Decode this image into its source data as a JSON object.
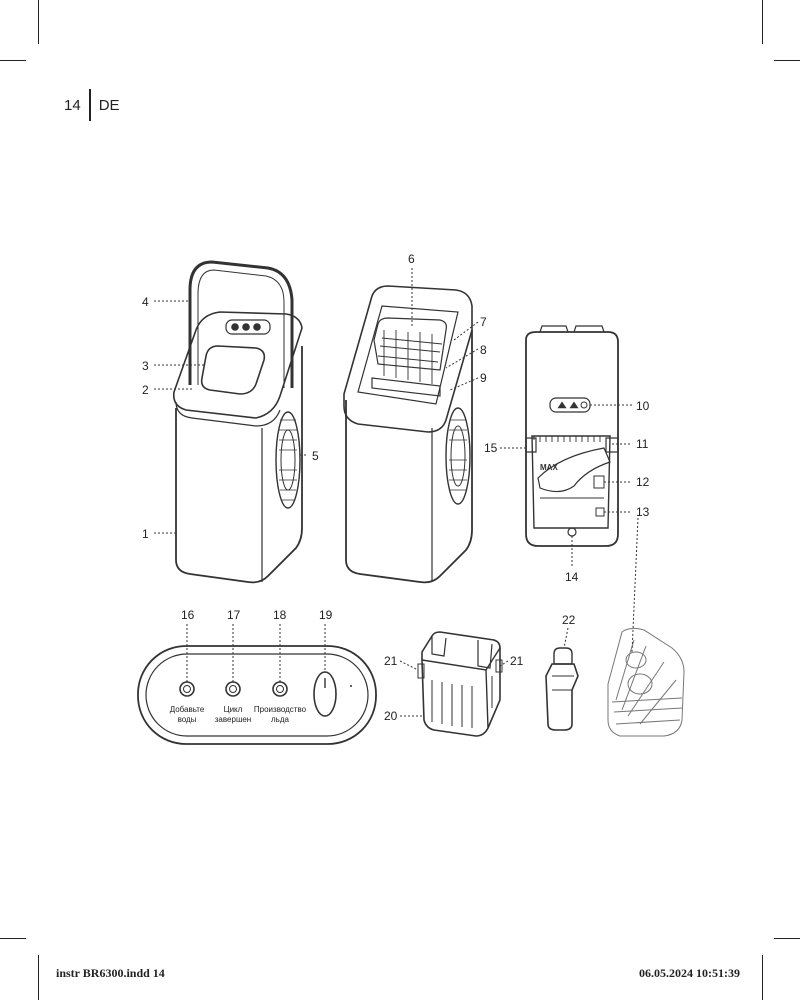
{
  "header": {
    "page_number": "14",
    "language": "DE"
  },
  "callouts": [
    "1",
    "2",
    "3",
    "4",
    "5",
    "6",
    "7",
    "8",
    "9",
    "10",
    "11",
    "12",
    "13",
    "14",
    "15",
    "16",
    "17",
    "18",
    "19",
    "20",
    "21",
    "22"
  ],
  "panel": {
    "button_16_label_line1": "Добавьте",
    "button_16_label_line2": "воды",
    "button_17_label_line1": "Цикл",
    "button_17_label_line2": "завершен",
    "button_18_label_line1": "Производство",
    "button_18_label_line2": "льда"
  },
  "reservoir": {
    "max_label": "MAX"
  },
  "footer": {
    "file": "instr BR6300.indd   14",
    "timestamp": "06.05.2024   10:51:39"
  }
}
